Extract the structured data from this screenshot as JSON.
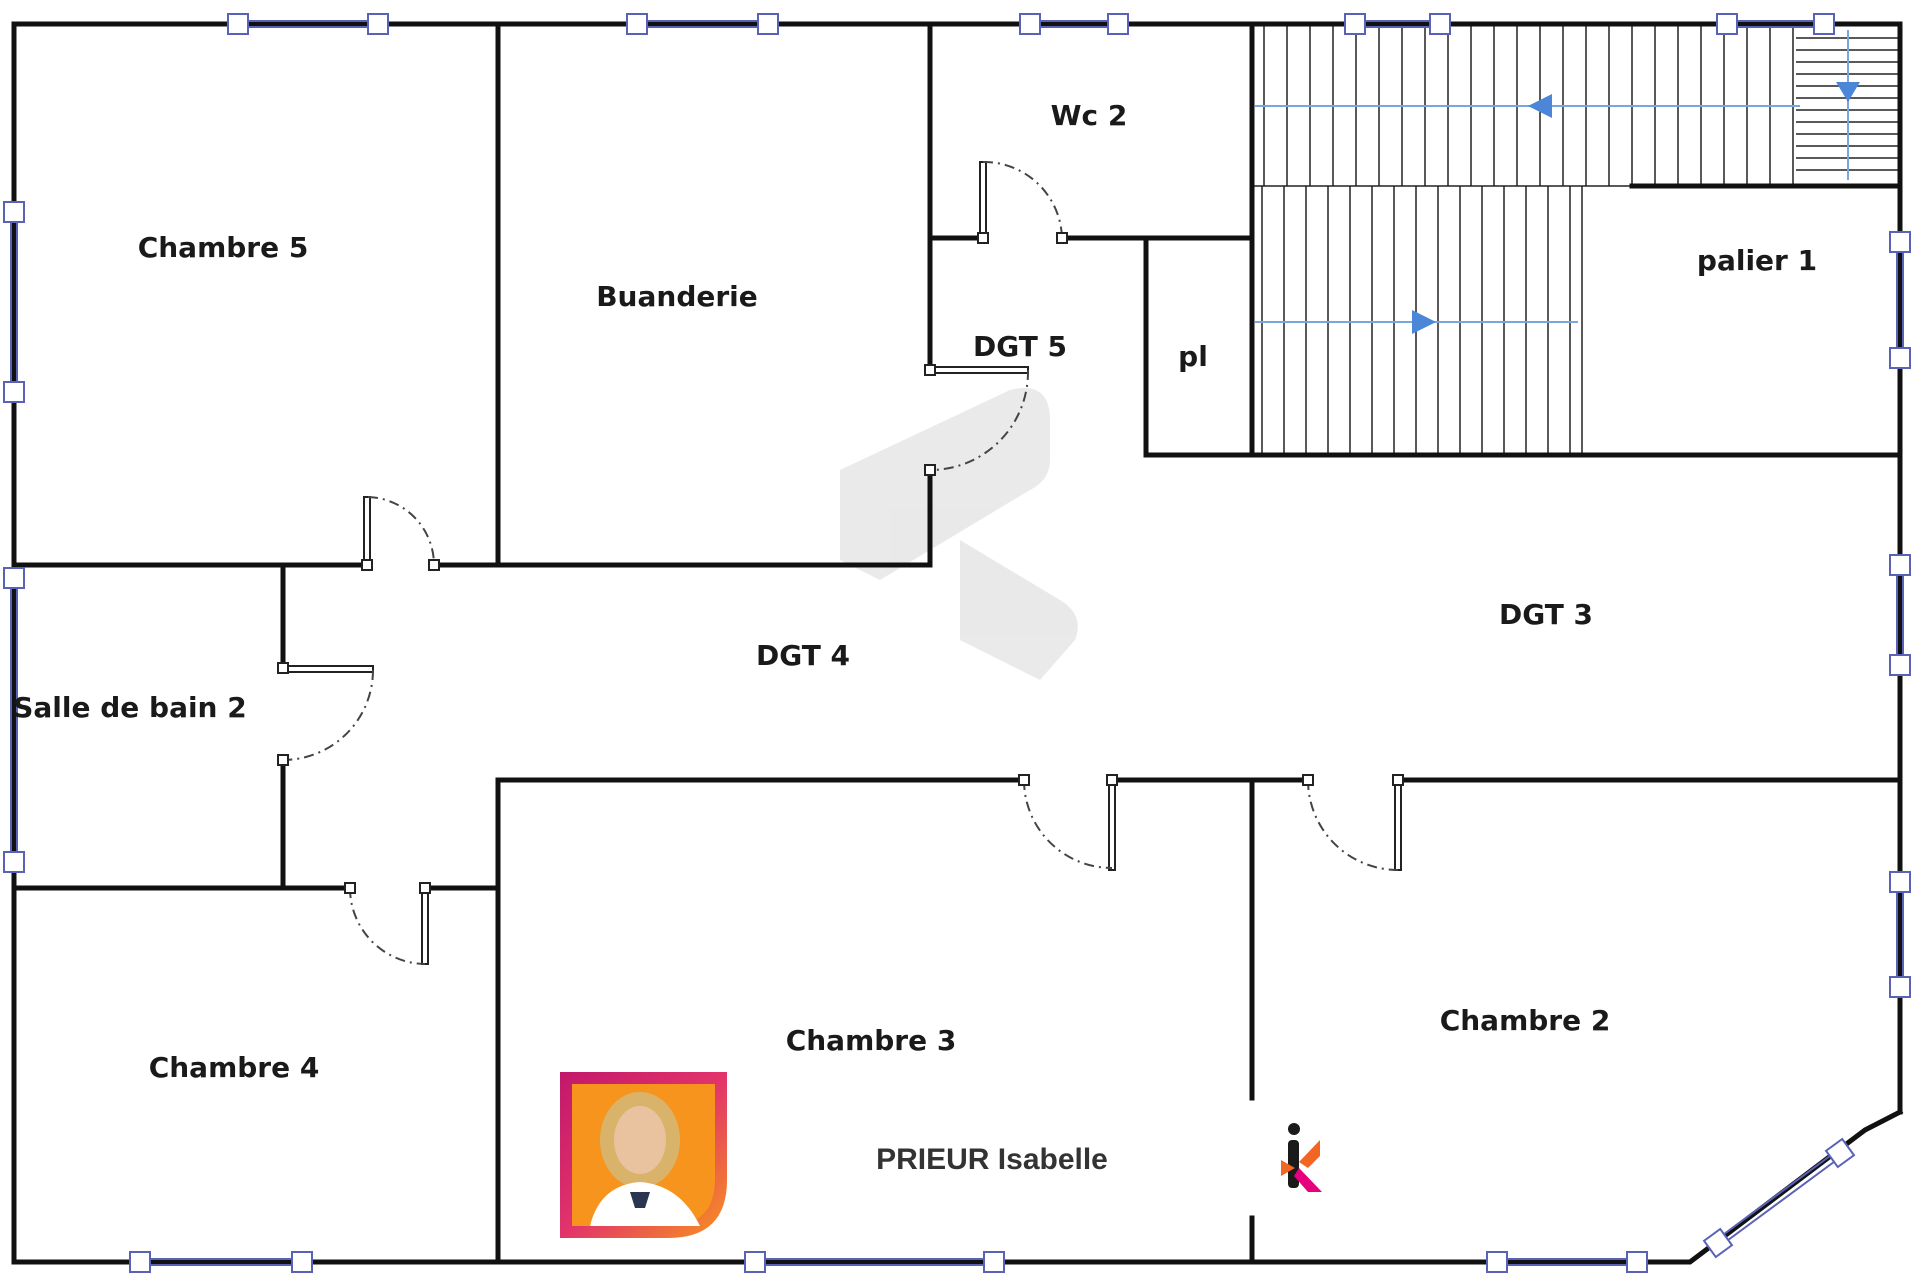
{
  "rooms": {
    "chambre5": "Chambre 5",
    "buanderie": "Buanderie",
    "wc2": "Wc 2",
    "dgt5": "DGT 5",
    "pl": "pl",
    "palier1": "palier 1",
    "salle_de_bain2": "Salle de bain 2",
    "dgt4": "DGT 4",
    "dgt3": "DGT 3",
    "chambre4": "Chambre 4",
    "chambre3": "Chambre 3",
    "chambre2": "Chambre 2"
  },
  "agent": {
    "name": "PRIEUR Isabelle"
  },
  "colors": {
    "wall": "#111111",
    "window": "#5a62b8",
    "stair_arrow": "#4c86d8",
    "badge_orange": "#f7941d",
    "badge_magenta": "#c2186b",
    "logo_orange": "#f26522",
    "logo_pink": "#e6007e"
  },
  "icons": {
    "watermark": "agency-watermark-icon",
    "agent_photo": "agent-avatar-icon",
    "brand_logo": "brand-logo-icon"
  }
}
